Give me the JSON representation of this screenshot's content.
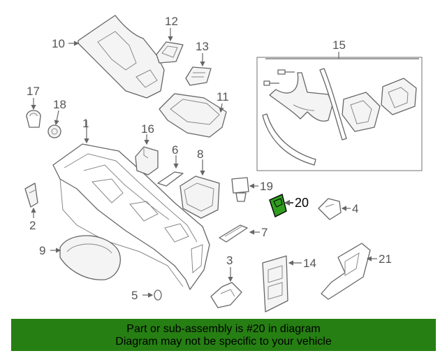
{
  "diagram": {
    "callouts": [
      "1",
      "2",
      "3",
      "4",
      "5",
      "6",
      "7",
      "8",
      "9",
      "10",
      "11",
      "12",
      "13",
      "14",
      "15",
      "16",
      "17",
      "18",
      "19",
      "20",
      "21"
    ],
    "highlighted_part": "20",
    "highlight_color": "#2f9e1f"
  },
  "banner": {
    "line1": "Part or sub-assembly is #20 in diagram",
    "line2": "Diagram may not be specific to your vehicle",
    "background": "#267f12"
  }
}
